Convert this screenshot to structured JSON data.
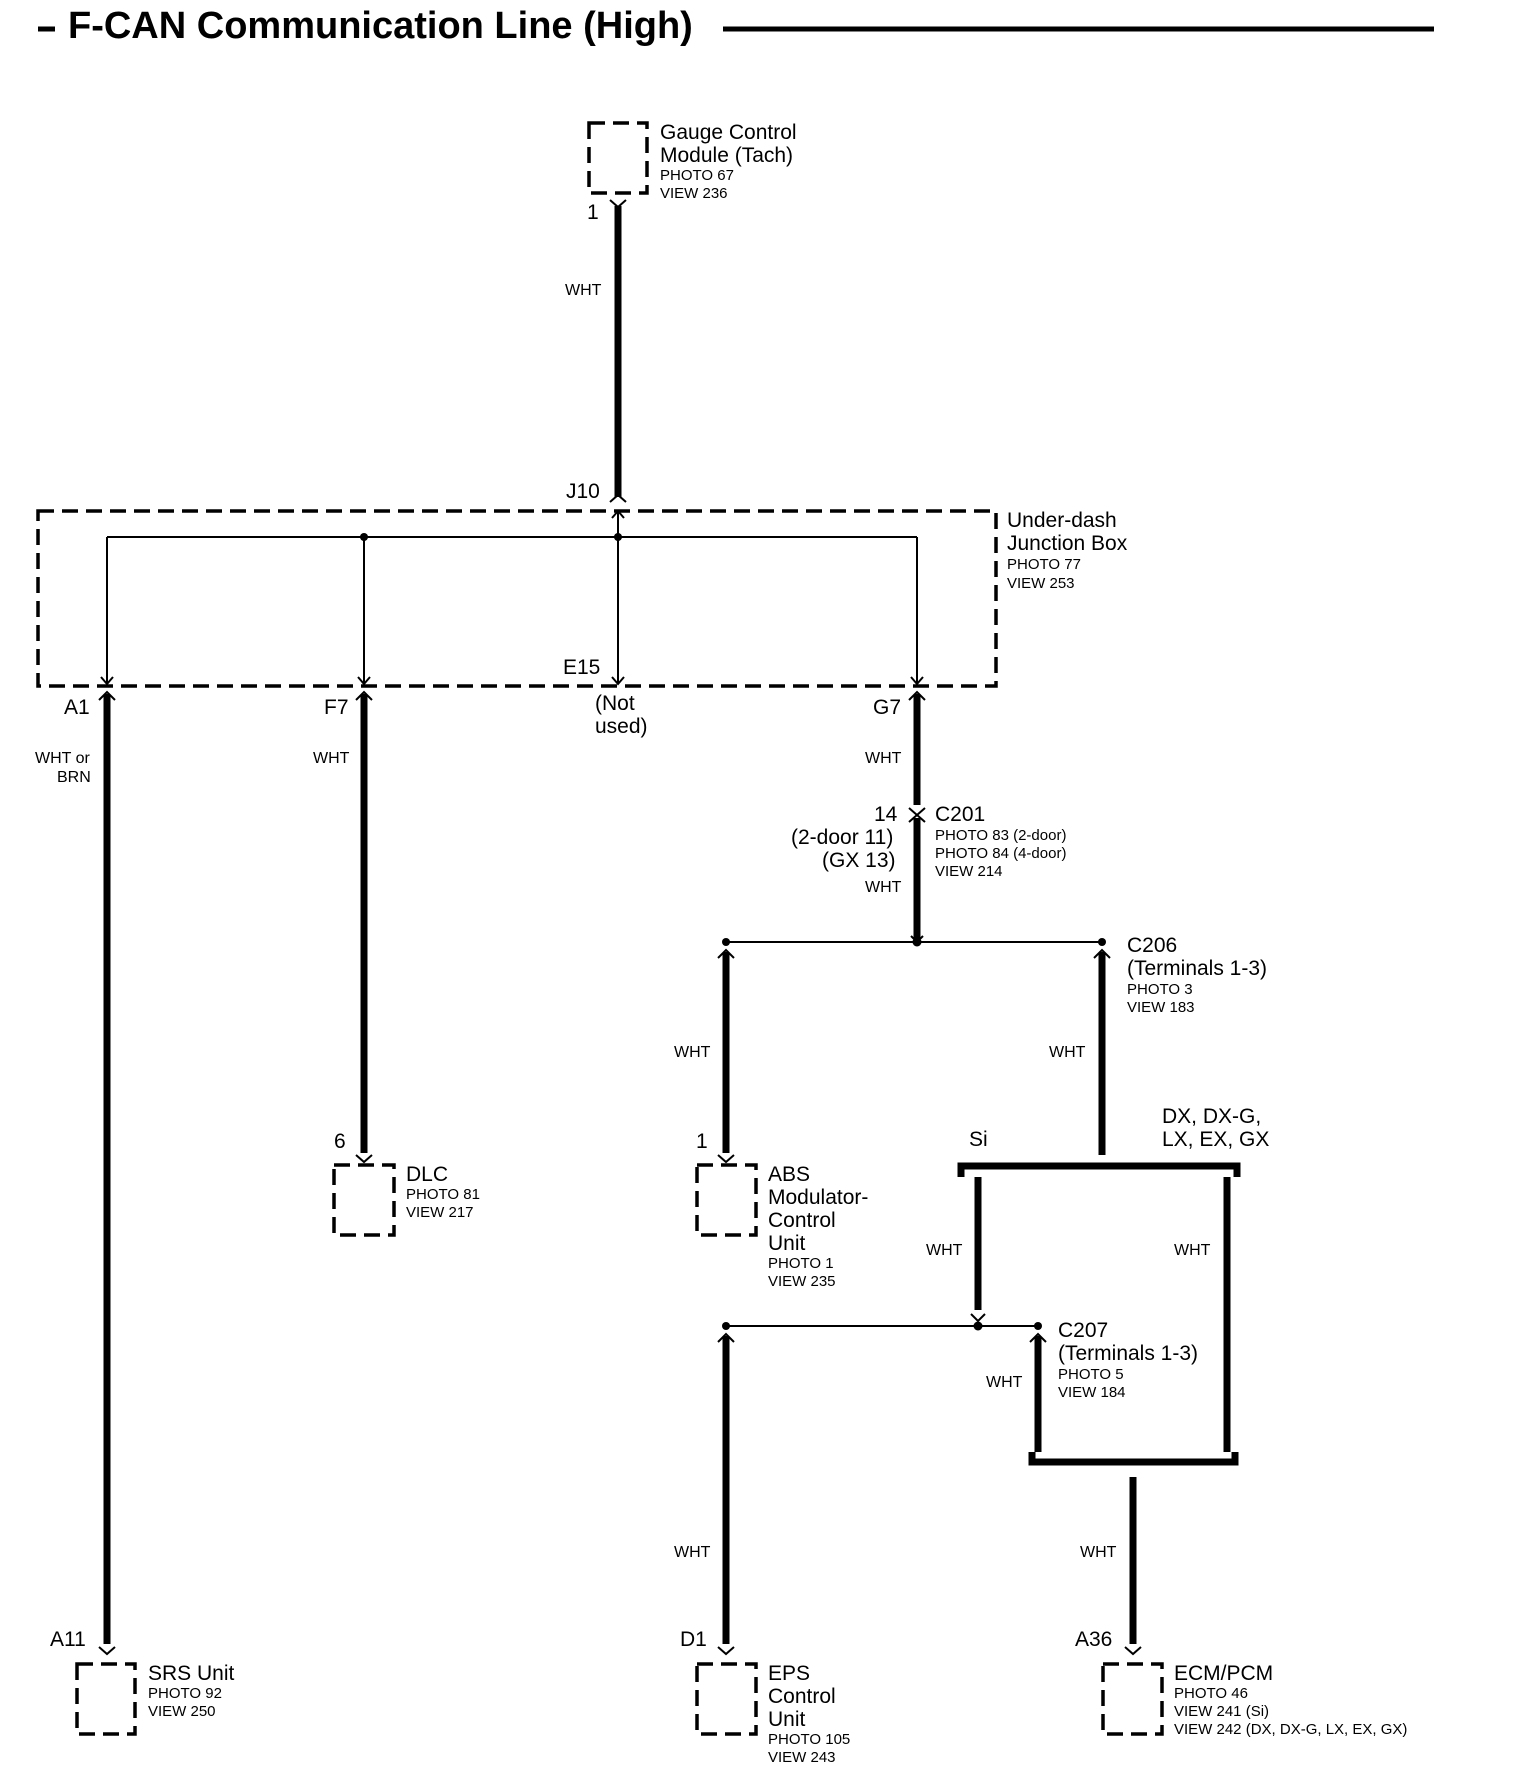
{
  "title": "F-CAN Communication Line (High)",
  "components": {
    "gauge": {
      "name1": "Gauge Control",
      "name2": "Module (Tach)",
      "photo": "PHOTO 67",
      "view": "VIEW 236",
      "pin": "1"
    },
    "junction_box": {
      "name1": "Under-dash",
      "name2": "Junction Box",
      "photo": "PHOTO 77",
      "view": "VIEW 253"
    },
    "dlc": {
      "name": "DLC",
      "photo": "PHOTO 81",
      "view": "VIEW 217",
      "pin": "6"
    },
    "abs": {
      "name1": "ABS",
      "name2": "Modulator-",
      "name3": "Control",
      "name4": "Unit",
      "photo": "PHOTO 1",
      "view": "VIEW 235",
      "pin": "1"
    },
    "srs": {
      "name": "SRS Unit",
      "photo": "PHOTO 92",
      "view": "VIEW 250",
      "pin": "A11"
    },
    "eps": {
      "name1": "EPS",
      "name2": "Control",
      "name3": "Unit",
      "photo": "PHOTO 105",
      "view": "VIEW 243",
      "pin": "D1"
    },
    "ecm": {
      "name": "ECM/PCM",
      "photo": "PHOTO 46",
      "view1": "VIEW 241 (Si)",
      "view2": "VIEW 242 (DX, DX-G, LX, EX, GX)",
      "pin": "A36"
    }
  },
  "junction_pins": {
    "j10": "J10",
    "e15": "E15",
    "not_used1": "(Not",
    "not_used2": "used)",
    "a1": "A1",
    "f7": "F7",
    "g7": "G7"
  },
  "connectors": {
    "c201": {
      "name": "C201",
      "photo1": "PHOTO 83 (2-door)",
      "photo2": "PHOTO 84 (4-door)",
      "view": "VIEW 214",
      "pin1": "14",
      "pin2": "(2-door 11)",
      "pin3": "(GX 13)"
    },
    "c206": {
      "name": "C206",
      "terminals": "(Terminals 1-3)",
      "photo": "PHOTO 3",
      "view": "VIEW 183"
    },
    "c207": {
      "name": "C207",
      "terminals": "(Terminals 1-3)",
      "photo": "PHOTO 5",
      "view": "VIEW 184"
    }
  },
  "variants": {
    "si": "Si",
    "others1": "DX, DX-G,",
    "others2": "LX, EX, GX"
  },
  "wire_colors": {
    "gauge": "WHT",
    "a1_1": "WHT or",
    "a1_2": "BRN",
    "f7": "WHT",
    "g7": "WHT",
    "c201_down": "WHT",
    "abs": "WHT",
    "c206_down": "WHT",
    "si": "WHT",
    "others": "WHT",
    "c207": "WHT",
    "eps": "WHT",
    "ecm": "WHT"
  },
  "icons": [
    "male-terminal-icon",
    "female-terminal-icon",
    "splice-dot-icon"
  ]
}
